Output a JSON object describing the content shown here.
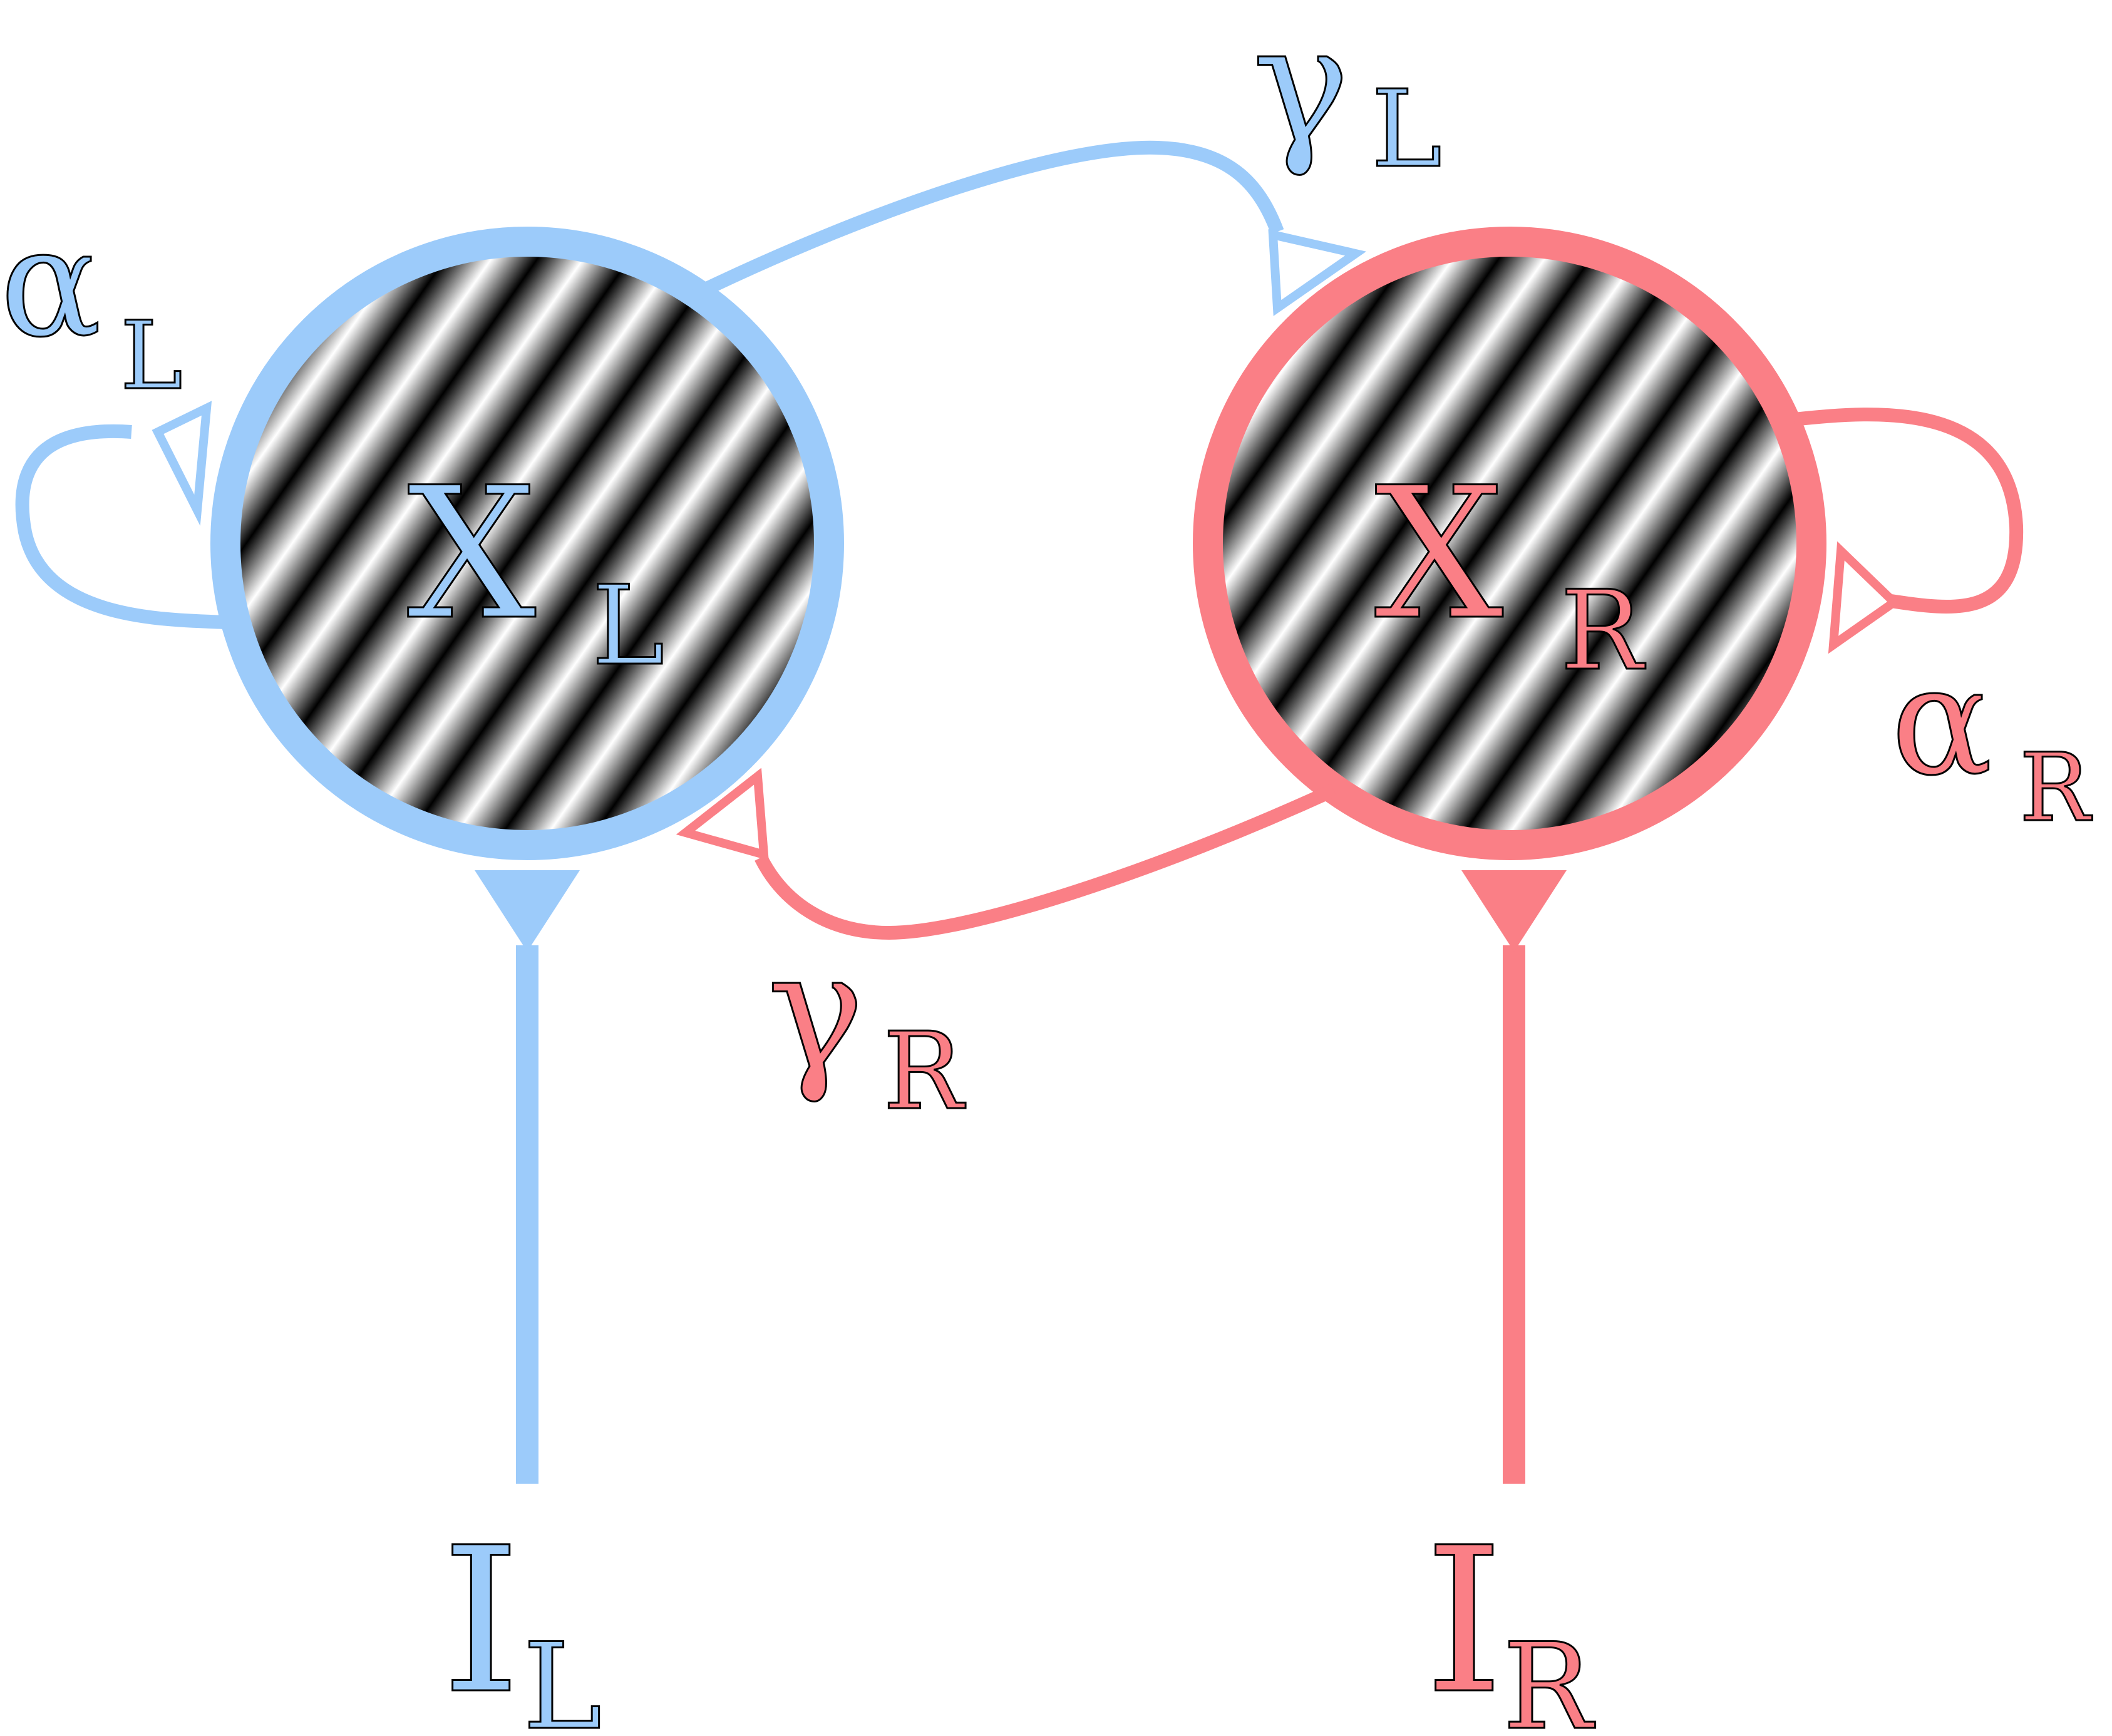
{
  "colors": {
    "left": "#9ccbfa",
    "right": "#fa7f86",
    "outline": "#000000",
    "background": "#ffffff"
  },
  "nodes": {
    "left": {
      "main": "X",
      "sub": "L"
    },
    "right": {
      "main": "X",
      "sub": "R"
    }
  },
  "inputs": {
    "left": {
      "main": "I",
      "sub": "L"
    },
    "right": {
      "main": "I",
      "sub": "R"
    }
  },
  "self_connections": {
    "left": {
      "main": "α",
      "sub": "L"
    },
    "right": {
      "main": "α",
      "sub": "R"
    }
  },
  "cross_connections": {
    "left_to_right": {
      "main": "γ",
      "sub": "L"
    },
    "right_to_left": {
      "main": "γ",
      "sub": "R"
    }
  }
}
